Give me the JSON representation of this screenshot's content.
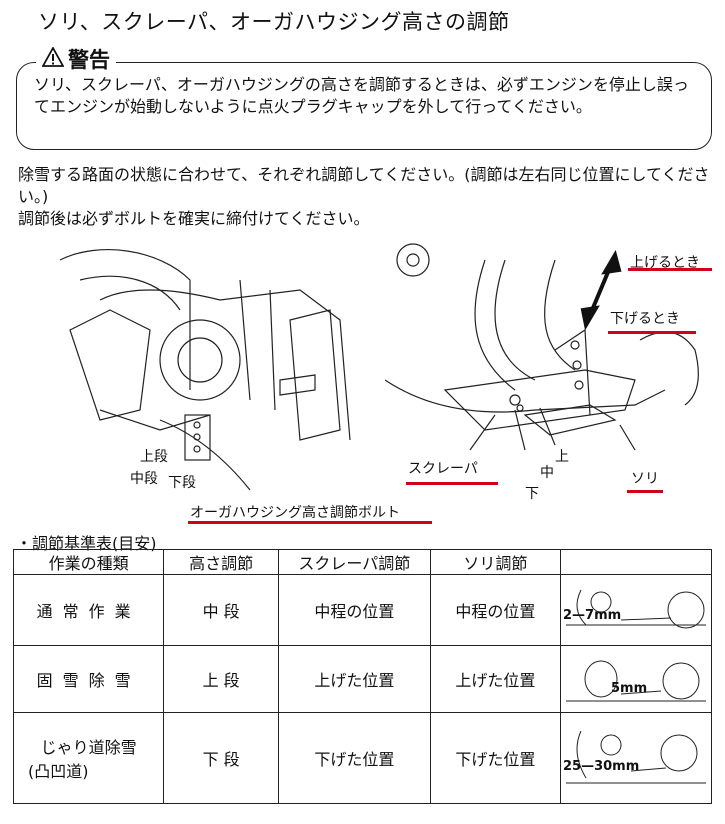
{
  "title": "ソリ、スクレーパ、オーガハウジング高さの調節",
  "warning": {
    "heading": "警告",
    "text": "ソリ、スクレーパ、オーガハウジングの高さを調節するときは、必ずエンジンを停止し誤ってエンジンが始動しないように点火プラグキャップを外して行ってください。"
  },
  "intro": {
    "line1": "除雪する路面の状態に合わせて、それぞれ調節してください。(調節は左右同じ位置にしてください。)",
    "line2": "調節後は必ずボルトを確実に締付けてください。"
  },
  "diagram_labels": {
    "upper": "上段",
    "middle": "中段",
    "lower": "下段",
    "auger_bolt": "オーガハウジング高さ調節ボルト",
    "raise": "上げるとき",
    "lower_when": "下げるとき",
    "scraper": "スクレーパ",
    "sori": "ソリ",
    "up": "上",
    "mid": "中",
    "down": "下"
  },
  "table": {
    "caption": "・調節基準表(目安)",
    "headers": [
      "作業の種類",
      "高さ調節",
      "スクレーパ調節",
      "ソリ調節",
      ""
    ],
    "rows": [
      {
        "work": "通常作業",
        "height": "中 段",
        "scraper": "中程の位置",
        "sori": "中程の位置",
        "gap": "2—7mm"
      },
      {
        "work": "固雪除雪",
        "height": "上 段",
        "scraper": "上げた位置",
        "sori": "上げた位置",
        "gap": "5mm"
      },
      {
        "work": "じゃり道除雪",
        "work_sub": "(凸凹道)",
        "height": "下 段",
        "scraper": "下げた位置",
        "sori": "下げた位置",
        "gap": "25—30mm"
      }
    ]
  },
  "colors": {
    "underline": "#d0021b"
  }
}
